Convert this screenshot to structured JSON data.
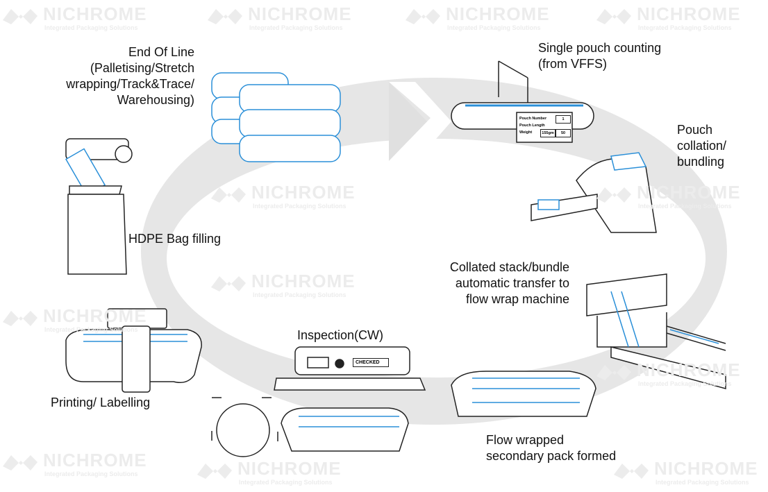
{
  "watermark": {
    "brand": "NICHROME",
    "tagline": "Integrated Packaging Solutions"
  },
  "colors": {
    "ring": "#e6e6e6",
    "accent_blue": "#2a8fd8",
    "line": "#222222"
  },
  "steps": {
    "end_of_line": "End Of Line\n(Palletising/Stretch\nwrapping/Track&Trace/\nWarehousing)",
    "single_pouch": "Single pouch counting\n(from VFFS)",
    "collation": "Pouch\ncollation/\nbundling",
    "transfer": "Collated stack/bundle\nautomatic transfer to\nflow wrap machine",
    "flow_wrapped": "Flow wrapped\nsecondary pack formed",
    "inspection": "Inspection(CW)",
    "printing": "Printing/ Labelling",
    "hdpe": "HDPE Bag filling"
  },
  "counter_panel": {
    "rows": [
      {
        "label": "Pouch Number",
        "value": "1"
      },
      {
        "label": "Pouch Length",
        "value": "50"
      },
      {
        "label": "Weight",
        "value": "155gm"
      }
    ]
  },
  "checkweigher": {
    "status": "CHECKED"
  }
}
